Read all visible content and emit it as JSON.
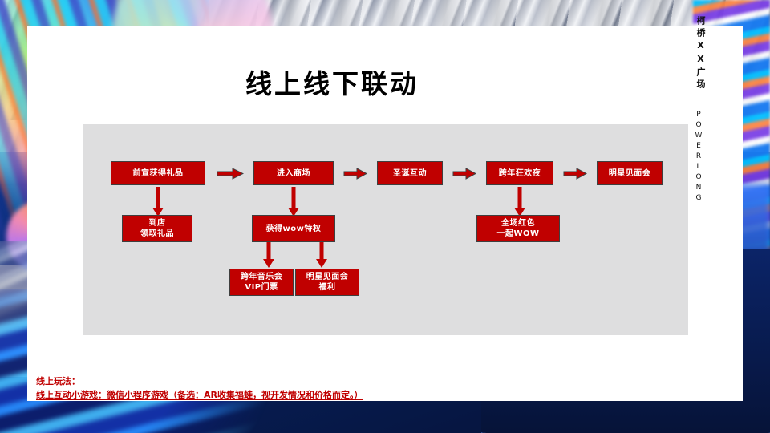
{
  "slide": {
    "title": "线上线下联动",
    "brand": {
      "cn": "柯桥XX广场",
      "en": "POWERLONG"
    },
    "notes": {
      "heading": "线上玩法：",
      "body": "线上互动小游戏：微信小程序游戏（备选：AR收集福蛙，视开发情况和价格而定。）"
    },
    "diagram": {
      "accent_color": "#c00000",
      "panel_color": "#dededf",
      "nodes": [
        {
          "id": "n1",
          "label": "前宣获得礼品"
        },
        {
          "id": "n2",
          "label": "进入商场"
        },
        {
          "id": "n3",
          "label": "圣诞互动"
        },
        {
          "id": "n4",
          "label": "跨年狂欢夜"
        },
        {
          "id": "n5",
          "label": "明星见面会"
        },
        {
          "id": "n6",
          "line1": "到店",
          "line2": "领取礼品"
        },
        {
          "id": "n7",
          "label": "获得wow特权"
        },
        {
          "id": "n8",
          "line1": "全场红色",
          "line2": "一起WOW"
        },
        {
          "id": "n9",
          "line1": "跨年音乐会",
          "line2": "VIP门票"
        },
        {
          "id": "n10",
          "line1": "明星见面会",
          "line2": "福利"
        }
      ],
      "connectors": [
        {
          "from": "n1",
          "to": "n2",
          "direction": "right"
        },
        {
          "from": "n2",
          "to": "n3",
          "direction": "right"
        },
        {
          "from": "n3",
          "to": "n4",
          "direction": "right"
        },
        {
          "from": "n4",
          "to": "n5",
          "direction": "right"
        },
        {
          "from": "n1",
          "to": "n6",
          "direction": "down"
        },
        {
          "from": "n2",
          "to": "n7",
          "direction": "down"
        },
        {
          "from": "n4",
          "to": "n8",
          "direction": "down"
        },
        {
          "from": "n7",
          "to": "n9",
          "direction": "down"
        },
        {
          "from": "n7",
          "to": "n10",
          "direction": "down"
        }
      ]
    }
  }
}
